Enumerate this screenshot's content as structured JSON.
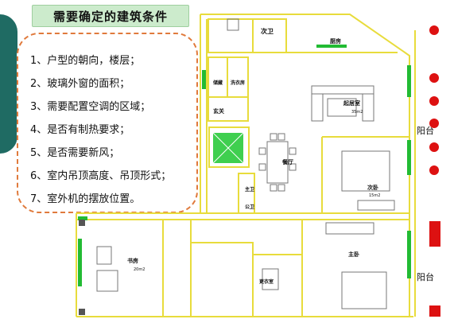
{
  "slide": {
    "title": "需要确定的建筑条件",
    "items": [
      "1、户型的朝向，楼层；",
      "2、玻璃外窗的面积；",
      "3、需要配置空调的区域；",
      "4、是否有制热要求；",
      "5、是否需要新风；",
      "6、室内吊顶高度、吊顶形式；",
      "7、室外机的摆放位置。"
    ]
  },
  "floorplan": {
    "rooms": {
      "secondary_bathroom": "次卫",
      "kitchen": "厨房",
      "storage": "储藏",
      "laundry": "洗衣房",
      "entry": "玄关",
      "living_room": "起居室",
      "living_area": "35m2",
      "dining_room": "餐厅",
      "secondary_bedroom": "次卧",
      "secondary_bedroom_area": "15m2",
      "study": "书房",
      "study_area": "20m2",
      "master_bedroom": "主卧",
      "dressing_room": "更衣室",
      "master_bathroom": "主卫",
      "public_bathroom": "公卫",
      "balcony_top": "阳台",
      "balcony_bottom": "阳台"
    },
    "colors": {
      "wall": "#e8dc3c",
      "window": "#22bb33",
      "accent_red": "#dd1111",
      "list_border": "#e07a3c",
      "title_bg": "#ccebcc",
      "tab": "#1f6b63"
    }
  }
}
